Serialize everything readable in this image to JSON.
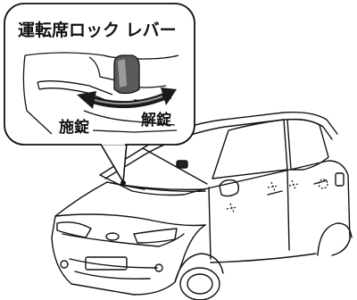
{
  "callout": {
    "title": "運転席ロック レバー",
    "lock_label": "施錠",
    "unlock_label": "解錠"
  },
  "colors": {
    "line": "#111111",
    "lever": "#5a5a5a",
    "arrow": "#1a1a1a",
    "background": "#ffffff"
  },
  "icons": [
    "car-illustration",
    "door-lock-lever",
    "bidirectional-arrow"
  ]
}
